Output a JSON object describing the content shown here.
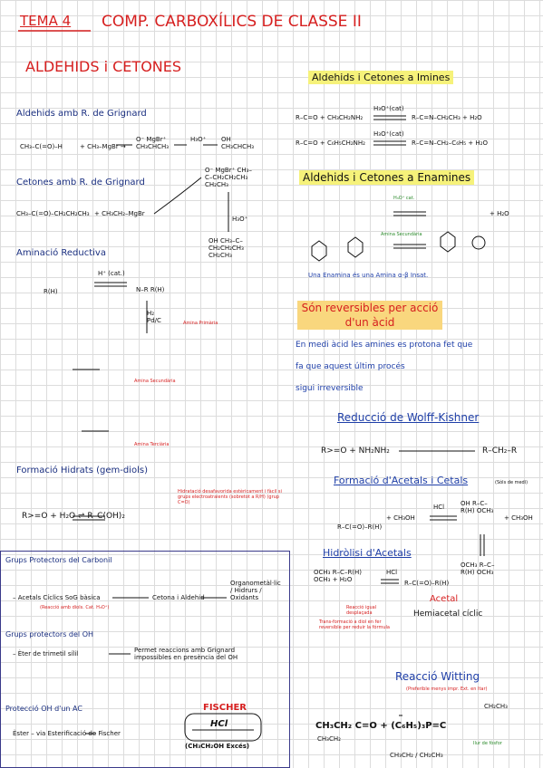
{
  "header": {
    "tema": "TEMA 4",
    "title": "COMP. CARBOXÍLICS DE CLASSE II",
    "subtitle": "ALDEHIDS i CETONES"
  },
  "left": {
    "grignard_ald": {
      "title": "Aldehids amb R. de Grignard",
      "reactant": "CH₃–C(=O)–H",
      "reagent": "+ CH₃–MgBr →",
      "intermediate": "O⁻ MgBr⁺  CH₃CHCH₃",
      "step2": "H₃O⁺",
      "product": "OH  CH₃CHCH₃"
    },
    "grignard_cet": {
      "title": "Cetones amb R. de Grignard",
      "reactant": "CH₃–C(=O)–CH₂CH₂CH₃",
      "reagent": "+ CH₃CH₂–MgBr",
      "intermediate": "O⁻ MgBr⁺  CH₃–C–CH₂CH₂CH₃  CH₂CH₃",
      "step2": "H₃O⁺",
      "product": "OH  CH₃–C–CH₂CH₂CH₃  CH₂CH₃"
    },
    "aminacio": {
      "title": "Aminació Reductiva",
      "r1": "R(H)",
      "cond": "H⁺ (cat.)",
      "imine": "N–R  R(H)",
      "red": "H₂  Pd/C",
      "note1": "Amina Primària",
      "note2": "Amina Secundària",
      "note3": "Amina Terciària"
    },
    "hidrats": {
      "title": "Formació Hidrats (gem-diols)",
      "eq": "R>=O + H₂O ⇌ R–C(OH)₂",
      "note": "Hidratació desafavorida estèricament i fàcil si grups electroatraients (sobretot a R/H) (grup C=O)"
    },
    "protectors_carbonil": {
      "title": "Grups Protectors del Carbonil",
      "line1": "– Acetals Cíclics SoG bàsica",
      "line1b": "(Reacció amb diols. Cat. H₃O⁺)",
      "arrow_mid": "Cetona i Aldehid",
      "end": "Organometàl·lic / Hidrurs / Oxidants"
    },
    "protectors_oh": {
      "title": "Grups protectors del OH",
      "line1": "– Èter de trimetil sílil",
      "line1b": "Permet reaccions amb Grignard impossibles en presència del OH"
    },
    "proteccio_ac": {
      "title": "Protecció OH d'un AC",
      "line1": "Èster – via Esterificació de Fischer",
      "fischer": "FISCHER",
      "hcl": "HCl",
      "cond": "(CH₃CH₂OH Excés)"
    }
  },
  "right": {
    "iminas": {
      "title": "Aldehids i Cetones a Imines",
      "eq1_left": "R–C=O + CH₃CH₂NH₂",
      "eq1_cond": "H₃O⁺(cat)",
      "eq1_right": "R–C=N–CH₂CH₃ + H₂O",
      "eq2_left": "R–C=O + C₆H₅CH₂NH₂",
      "eq2_cond": "H₃O⁺(cat)",
      "eq2_right": "R–C=N–CH₂–C₆H₅ + H₂O"
    },
    "enamines": {
      "title": "Aldehids i Cetones a Enamines",
      "cond": "H₃O⁺ cat.",
      "note_amine": "Amina Secundària",
      "prod": "+ H₂O",
      "foot": "Una Enamina és una Amina α-β Insat."
    },
    "reversible": {
      "title": "Són reversibles per acció d'un àcid",
      "body1": "En medi àcid les amines es protona fet que",
      "body2": "fa que aquest últim procés",
      "body3": "sigui irreversible"
    },
    "wolff": {
      "title": "Reducció de Wolff-Kishner",
      "eq_left": "R>=O + NH₂NH₂",
      "eq_right": "R–CH₂–R"
    },
    "acetals": {
      "title": "Formació d'Acetals i Cetals",
      "note": "(Sòls de medi)",
      "left": "R–C(=O)–R(H)",
      "reagent": "+ CH₃OH",
      "cat": "HCl",
      "hemi": "OH R–C–R(H) OCH₃",
      "plus": "+ CH₃OH",
      "final": "OCH₃ R–C–R(H) OCH₃"
    },
    "hidrolisi": {
      "title": "Hidròlisi d'Acetals",
      "left": "OCH₃ R–C–R(H) OCH₃ + H₂O",
      "cat": "HCl",
      "right": "R–C(=O)–R(H)",
      "note1": "Reacció igual desplaçada",
      "label_acetal": "Acetal",
      "label_hemi": "Hemiacetal cíclic",
      "note2": "Trans-formació a diol en fer reversible per reduir la fórmula"
    },
    "wittig": {
      "title": "Reacció Witting",
      "subtitle": "(Preferible menys impr. Ext. en Itar)",
      "left": "CH₃CH₂ C=O + (C₆H₅)₃P=C",
      "top": "CH₂CH₃",
      "bottom": "CH₃CH₂",
      "ylide_note": "Ilur de fòsfor",
      "product": "CH₃CH₂ / CH₂CH₃"
    }
  }
}
